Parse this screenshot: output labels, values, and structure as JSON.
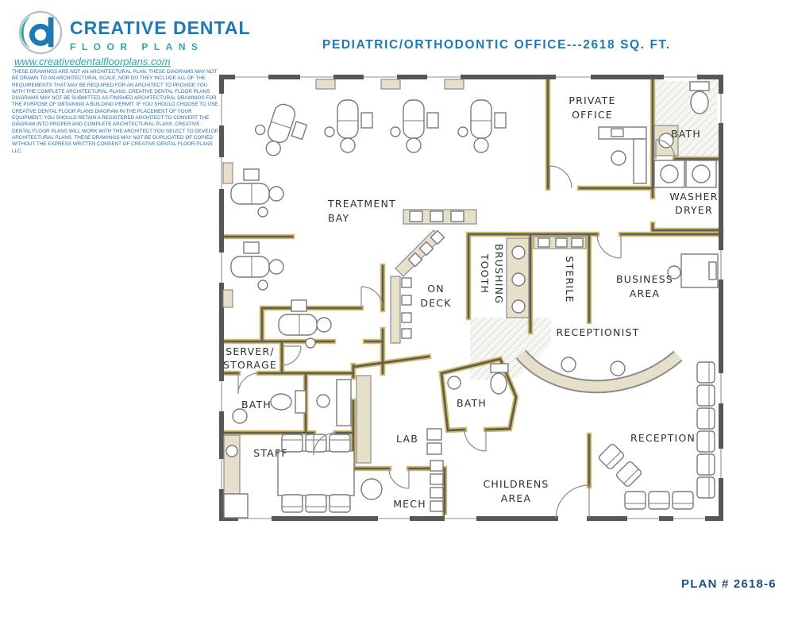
{
  "header": {
    "brand_name": "CREATIVE DENTAL",
    "brand_subtitle": "FLOOR PLANS",
    "website": "www.creativedentalfloorplans.com",
    "disclaimer": "THESE DRAWINGS ARE NOT AN ARCHITECTURAL PLAN.  THESE DIAGRAMS MAY NOT BE DRAWN TO AN ARCHITECTURAL SCALE, NOR DO THEY INCLUDE ALL OF THE REQUIREMENTS THAT MAY BE REQUIRED FOR AN ARCHITECT TO PROVIDE YOU WITH THE COMPLETE ARCHITECTURAL PLANS.  CREATIVE DENTAL FLOOR PLANS DIAGRAMS MAY NOT BE SUBMITTED AS FINISHED ARCHITECTURAL DRAWINGS FOR THE PURPOSE OF OBTAINING A BUILDING PERMIT.  IF YOU SHOULD CHOOSE TO USE CREATIVE DENTAL FLOOR PLANS DIAGRAM IN THE PLACEMENT OF YOUR EQUIPMENT, YOU SHOULD RETAIN A REGISTERED ARCHITECT TO CONVERT THE DIAGRAM INTO PROPER AND COMPLETE ARCHITECTURAL PLANS.  CREATIVE DENTAL FLOOR PLANS WILL WORK WITH THE ARCHITECT YOU SELECT TO DEVELOP ARCHITECTURAL PLANS. THESE DRAWINGS MAY NOT BE DUPLICATED OF COPIED WITHOUT THE EXPRESS WRITTEN CONSENT OF CREATIVE DENTAL FLOOR PLANS LLC.",
    "title": "PEDIATRIC/ORTHODONTIC OFFICE---2618 SQ. FT."
  },
  "floorplan": {
    "rooms": {
      "treatment_bay": [
        "TREATMENT",
        "BAY"
      ],
      "private_office": [
        "PRIVATE",
        "OFFICE"
      ],
      "bath_top": "BATH",
      "washer_dryer": [
        "WASHER",
        "DRYER"
      ],
      "tooth_brushing": [
        "TOOTH",
        "BRUSHING"
      ],
      "on_deck": [
        "ON",
        "DECK"
      ],
      "sterile": "STERILE",
      "business_area": [
        "BUSINESS",
        "AREA"
      ],
      "receptionist": "RECEPTIONIST",
      "server_storage": [
        "SERVER/",
        "STORAGE"
      ],
      "bath_left": "BATH",
      "lab": "LAB",
      "bath_center": "BATH",
      "staff": "STAFF",
      "mech": "MECH",
      "childrens_area": [
        "CHILDRENS",
        "AREA"
      ],
      "reception": "RECEPTION"
    }
  },
  "footer": {
    "plan_number": "PLAN # 2618-6"
  },
  "colors": {
    "brand_blue": "#1d7ab5",
    "brand_teal": "#2fa8a3",
    "wall_gray": "#575757",
    "wall_accent_tan": "#d6bd62",
    "counter_beige": "#e6dfc9",
    "plan_number_navy": "#214d85"
  }
}
